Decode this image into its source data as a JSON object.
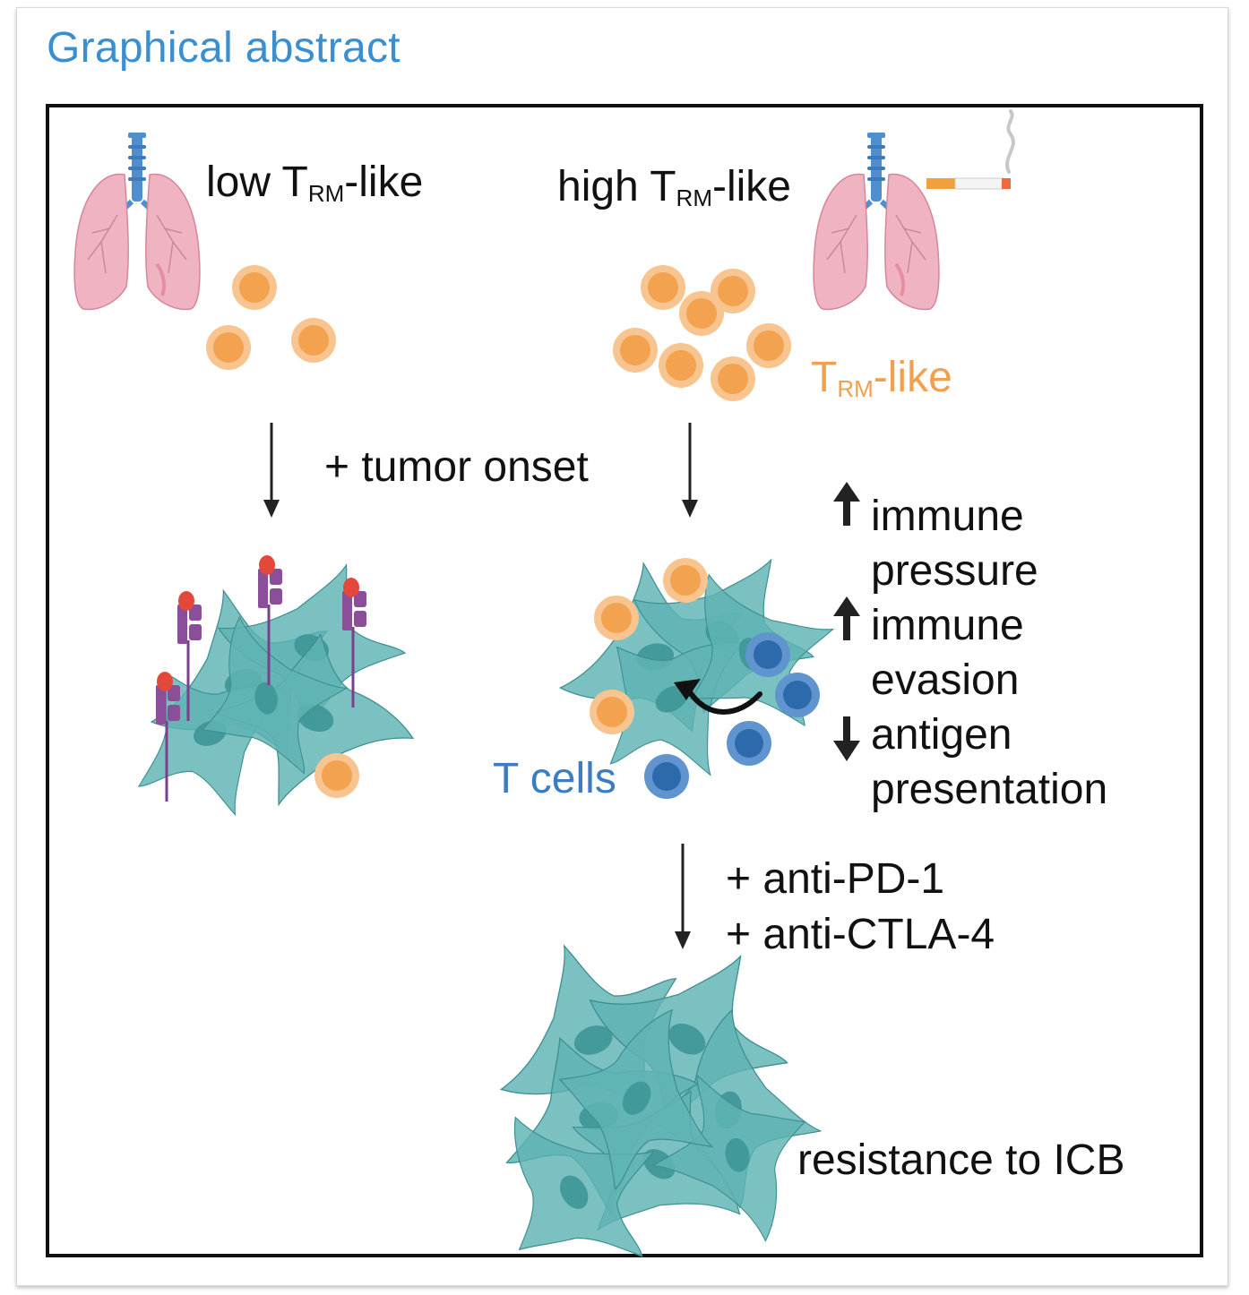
{
  "header": {
    "title": "Graphical abstract"
  },
  "labels": {
    "low_prefix": "low T",
    "low_sub": "RM",
    "low_suffix": "-like",
    "high_prefix": "high T",
    "high_sub": "RM",
    "high_suffix": "-like",
    "trm_prefix": "T",
    "trm_sub": "RM",
    "trm_suffix": "-like",
    "tumor_onset": "+ tumor onset",
    "immune_pressure_1": "immune",
    "immune_pressure_2": "pressure",
    "immune_evasion_1": "immune",
    "immune_evasion_2": "evasion",
    "antigen_1": "antigen",
    "antigen_2": "presentation",
    "t_cells": "T cells",
    "anti_pd1": "+ anti-PD-1",
    "anti_ctla4": "+ anti-CTLA-4",
    "resistance": "resistance to ICB"
  },
  "colors": {
    "title": "#3c8fcf",
    "trm_cell": "#f5b06a",
    "t_cell": "#3b7dc0",
    "tumor_cell": "#5fb3b3",
    "lung": "#f2b8c6",
    "receptor": "#8a4f98",
    "ligand": "#e4483b"
  },
  "icons": [
    "lung-icon",
    "cigarette-icon",
    "arrow-icon",
    "cell-icon"
  ]
}
